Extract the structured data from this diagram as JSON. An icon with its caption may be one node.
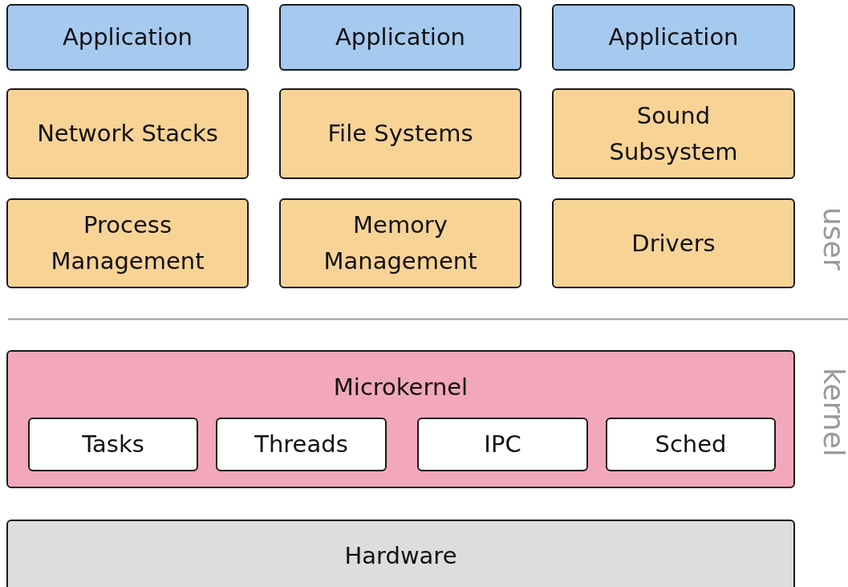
{
  "diagram": {
    "nodes": [
      {
        "text": [
          "Application"
        ]
      },
      {
        "text": [
          "Application"
        ]
      },
      {
        "text": [
          "Application"
        ]
      },
      {
        "text": [
          "Network Stacks"
        ]
      },
      {
        "text": [
          "File Systems"
        ]
      },
      {
        "text": [
          "Sound Subsystem"
        ]
      },
      {
        "text": [
          "Process Management"
        ]
      },
      {
        "text": [
          "Memory Management"
        ]
      },
      {
        "text": [
          "Drivers"
        ]
      },
      {
        "text": [
          "Microkernel"
        ]
      },
      {
        "text": [
          "Tasks"
        ],
        "in": 9
      },
      {
        "text": [
          "Threads"
        ],
        "in": 9
      },
      {
        "text": [
          "IPC"
        ],
        "in": 9
      },
      {
        "text": [
          "Sched"
        ],
        "in": 9
      },
      {
        "text": [
          "Hardware"
        ]
      }
    ],
    "edges": [],
    "labels": [
      "user",
      "kernel"
    ]
  }
}
